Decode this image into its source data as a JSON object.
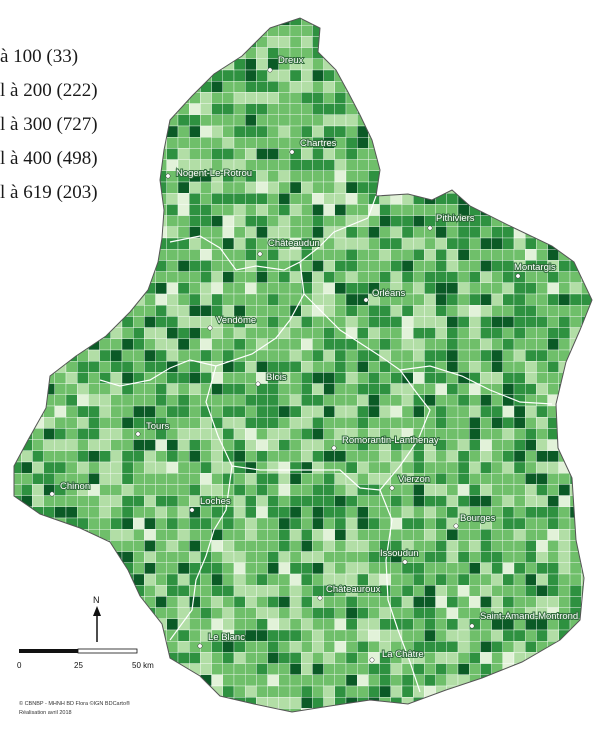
{
  "legend": {
    "items": [
      {
        "label": "à 100 (33)",
        "color": "#e2f2d9"
      },
      {
        "label": "l à 200 (222)",
        "color": "#b2dea6"
      },
      {
        "label": "l à 300 (727)",
        "color": "#6fbf6a"
      },
      {
        "label": "l à 400 (498)",
        "color": "#2e9140"
      },
      {
        "label": "l à 619 (203)",
        "color": "#0b5a26"
      }
    ]
  },
  "cities": [
    {
      "name": "Dreux"
    },
    {
      "name": "Chartres"
    },
    {
      "name": "Nogent-Le-Rotrou"
    },
    {
      "name": "Pithiviers"
    },
    {
      "name": "Châteaudun"
    },
    {
      "name": "Montargis"
    },
    {
      "name": "Orléans"
    },
    {
      "name": "Vendôme"
    },
    {
      "name": "Blois"
    },
    {
      "name": "Tours"
    },
    {
      "name": "Romorantin-Lanthenay"
    },
    {
      "name": "Chinon"
    },
    {
      "name": "Vierzon"
    },
    {
      "name": "Loches"
    },
    {
      "name": "Bourges"
    },
    {
      "name": "Issoudun"
    },
    {
      "name": "Châteauroux"
    },
    {
      "name": "Saint-Amand-Montrond"
    },
    {
      "name": "Le Blanc"
    },
    {
      "name": "La Châtre"
    }
  ],
  "scale_bar": {
    "labels": [
      "0",
      "25",
      "50 km"
    ]
  },
  "north_arrow": {
    "label": "N"
  },
  "credits": {
    "line1": "© CBNBP - MHNH BD Flora ©IGN BDCarto®",
    "line2": "Réalisation avril 2018"
  },
  "colors": {
    "grid_line": "#ffffff",
    "border": "#ffffff",
    "outline": "#555555"
  }
}
